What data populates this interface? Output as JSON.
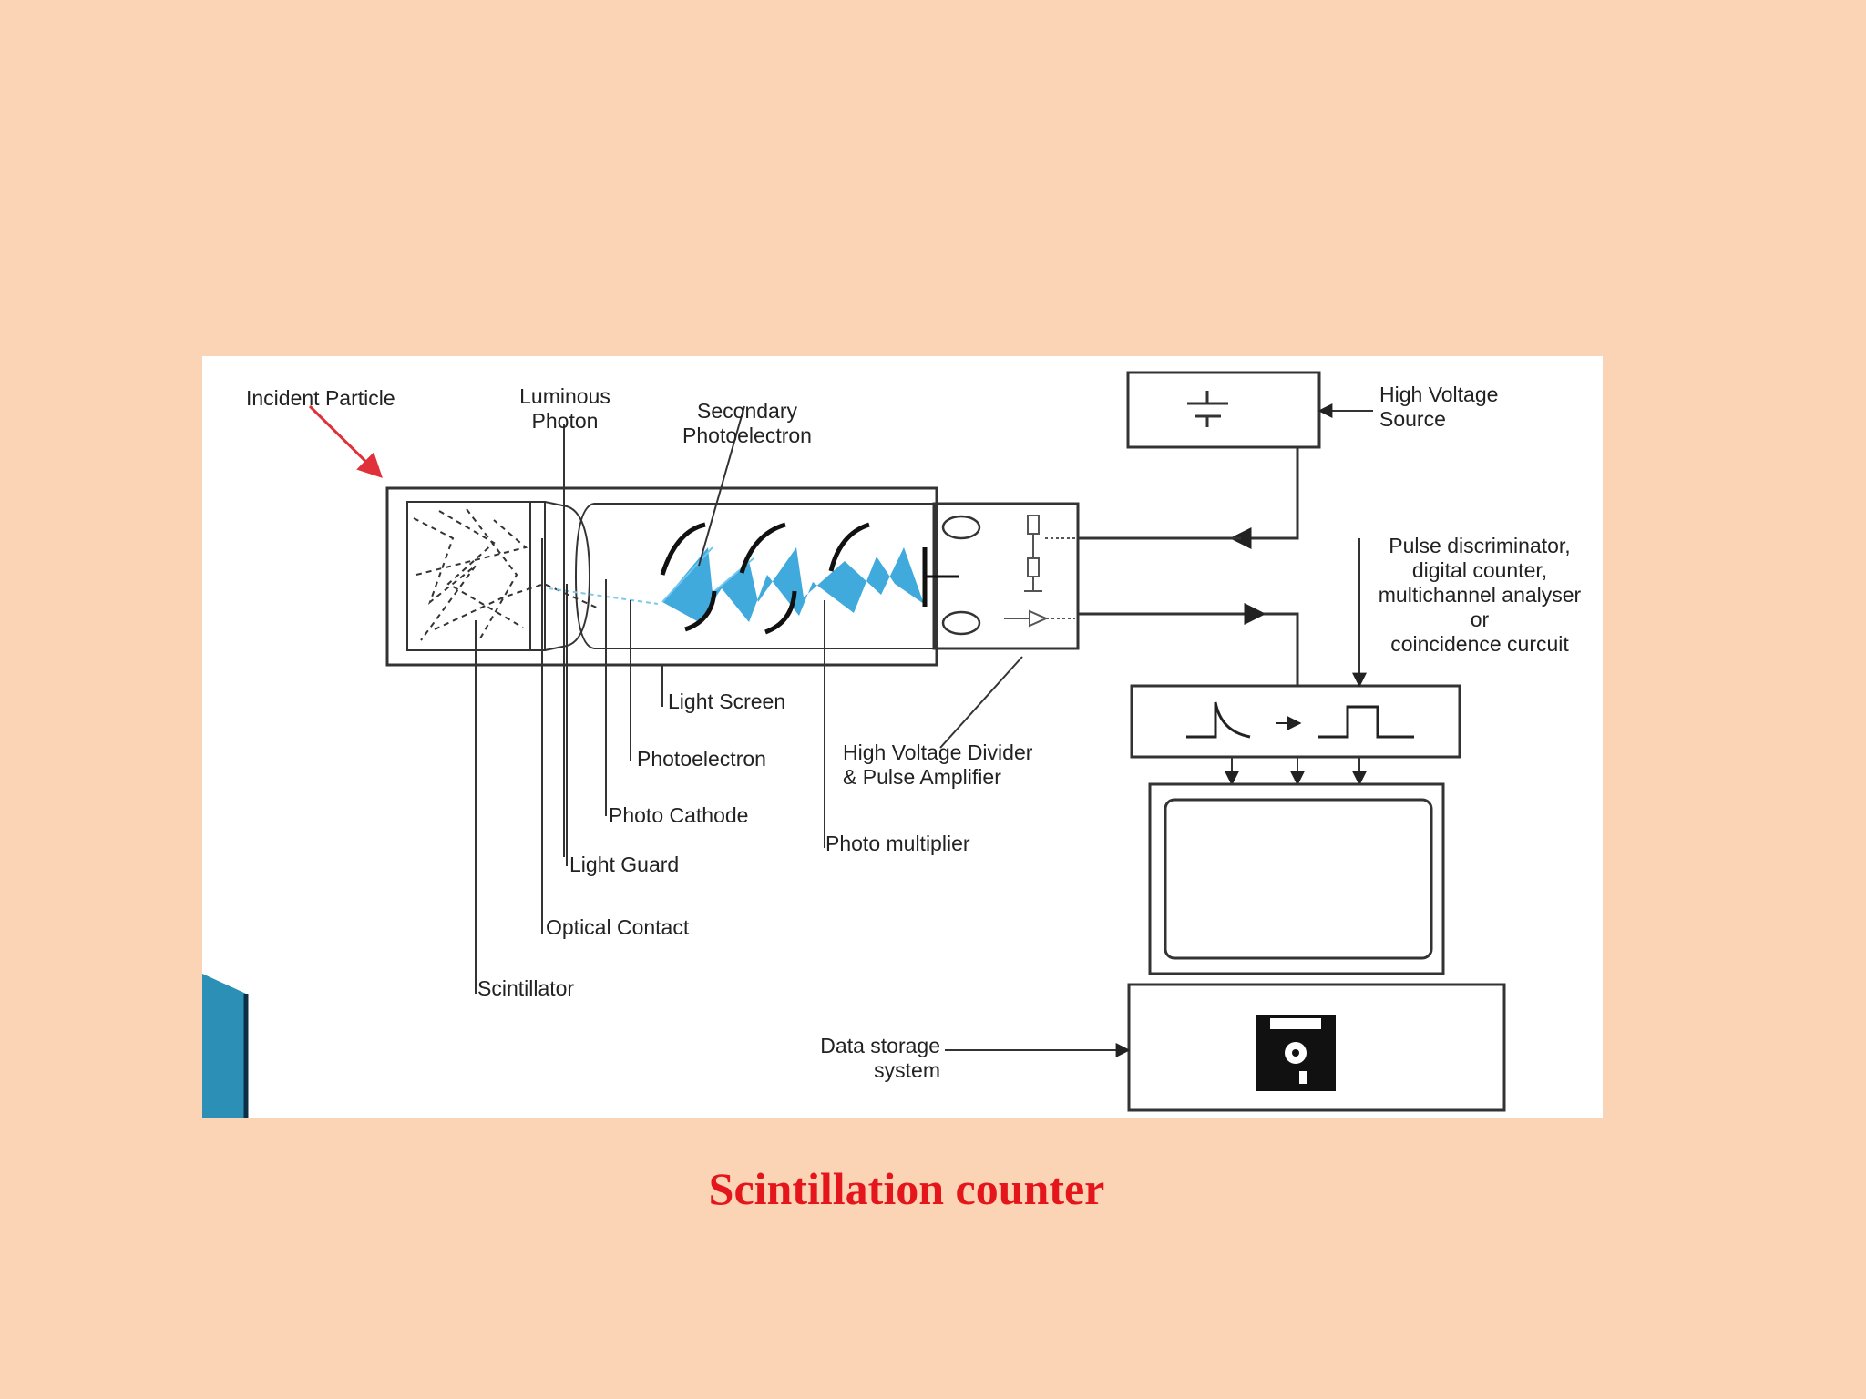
{
  "caption": "Scintillation counter",
  "labels": {
    "incident_particle": "Incident Particle",
    "luminous_photon": [
      "Luminous",
      "Photon"
    ],
    "secondary_photoelectron": [
      "Secondary",
      "Photoelectron"
    ],
    "high_voltage_source": [
      "High Voltage",
      "Source"
    ],
    "pulse_discriminator": [
      "Pulse discriminator,",
      "digital counter,",
      "multichannel analyser",
      "or",
      "coincidence curcuit"
    ],
    "light_screen": "Light Screen",
    "photoelectron": "Photoelectron",
    "high_voltage_divider": [
      "High Voltage Divider",
      "& Pulse Amplifier"
    ],
    "photo_cathode": "Photo Cathode",
    "photo_multiplier": "Photo multiplier",
    "light_guard": "Light Guard",
    "optical_contact": "Optical Contact",
    "scintillator": "Scintillator",
    "data_storage": [
      "Data storage",
      "system"
    ]
  },
  "colors": {
    "background": "#FBD3B5",
    "caption": "#E5161B",
    "incident_arrow": "#E0303A",
    "dynode_beam": "#1E9BD7"
  }
}
